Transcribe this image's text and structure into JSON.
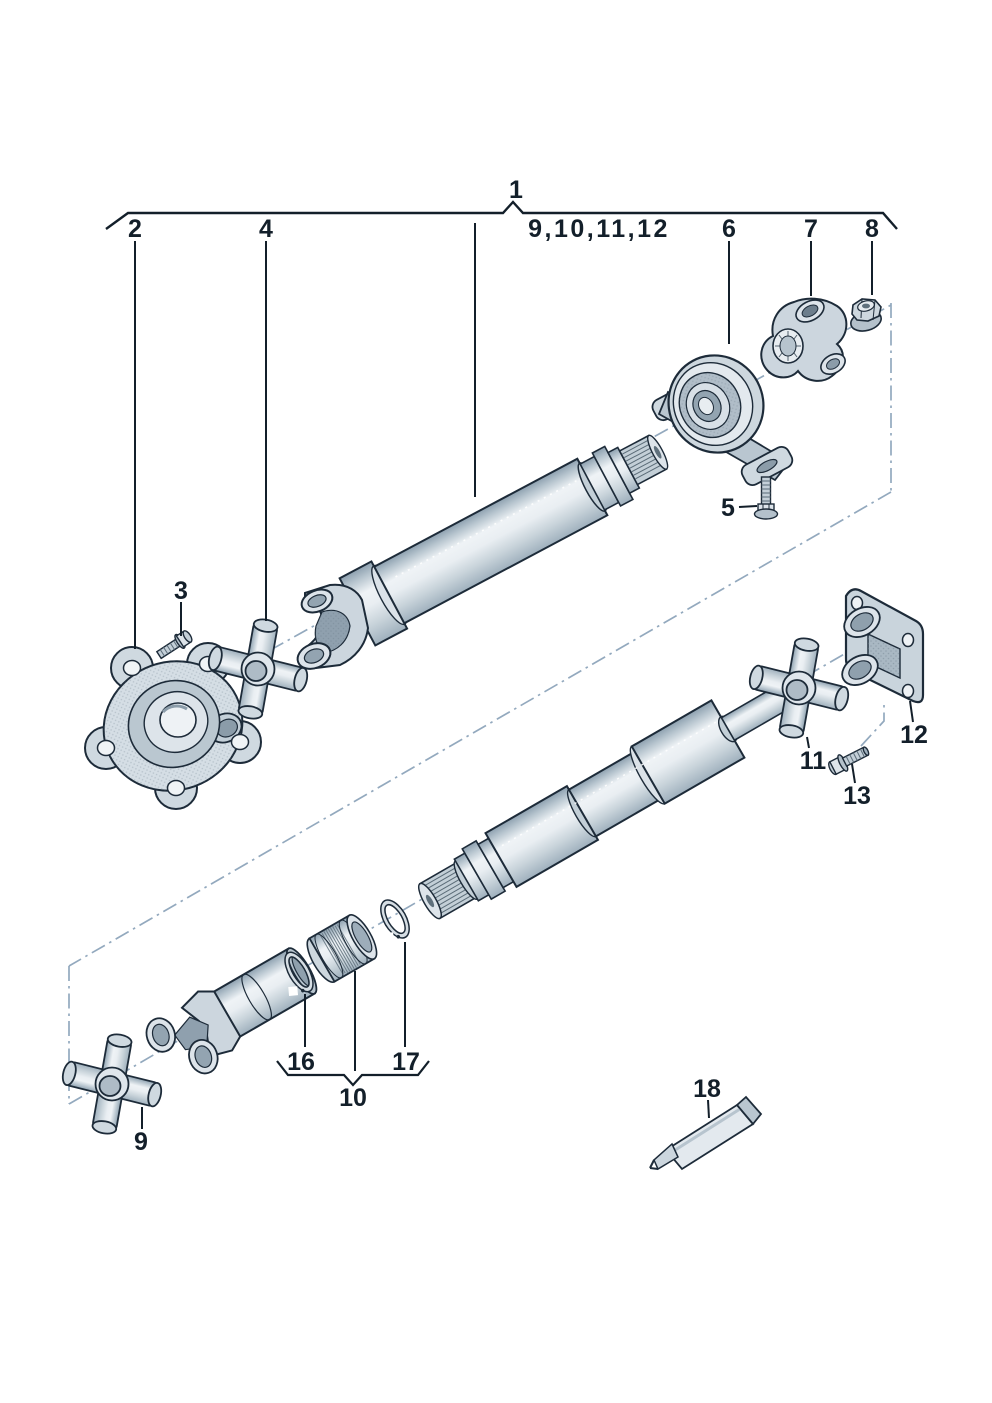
{
  "diagram": {
    "background": "#ffffff",
    "callouts": {
      "c1": "1",
      "c2": "2",
      "c3": "3",
      "c4": "4",
      "c5": "5",
      "c6": "6",
      "c7": "7",
      "c8": "8",
      "c9": "9",
      "c10": "10",
      "c11": "11",
      "c12": "12",
      "c13": "13",
      "c16": "16",
      "c17": "17",
      "c18": "18",
      "group_9_12": "9,10,11,12"
    },
    "colors": {
      "outline": "#1d2b39",
      "part_light": "#e3e9ee",
      "part_mid": "#c7d2da",
      "part_dark": "#9fb0bd",
      "part_shadow": "#8b9ca9",
      "dash_line": "#93a9be",
      "label": "#131f2a"
    }
  }
}
